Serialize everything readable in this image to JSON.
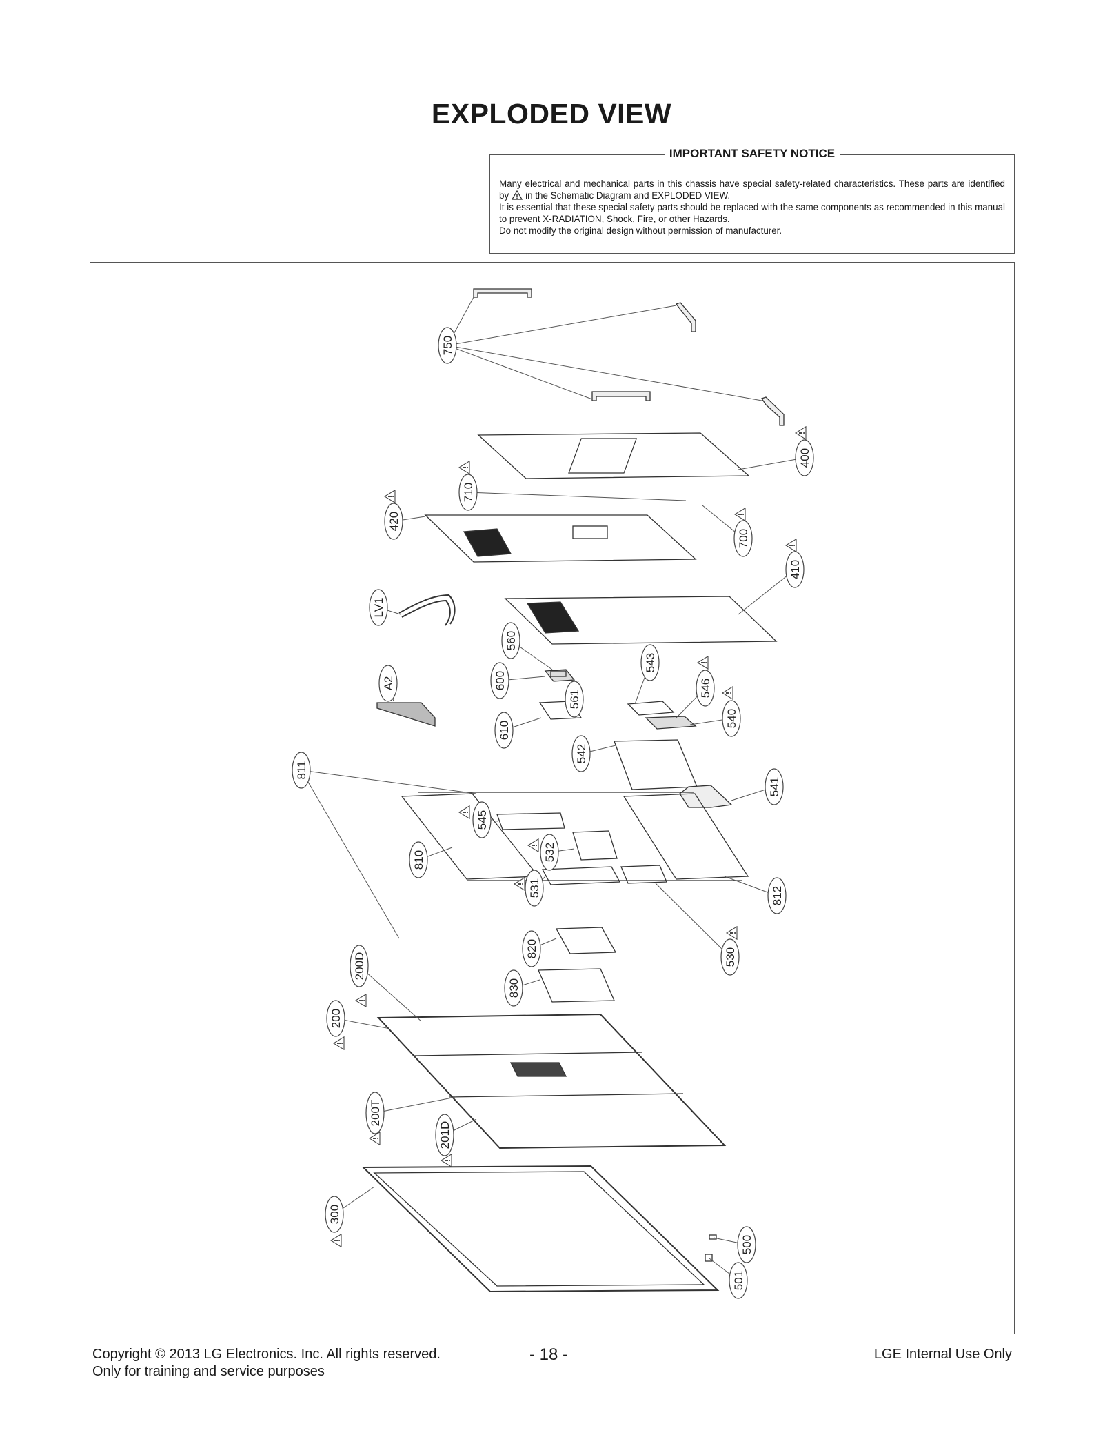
{
  "page_title": "EXPLODED VIEW",
  "notice": {
    "heading": "IMPORTANT SAFETY NOTICE",
    "line1_a": "Many electrical and mechanical parts in this chassis have special safety-related characteristics. These parts are identified by",
    "line1_b": "in the Schematic Diagram and EXPLODED VIEW.",
    "line2": "It is essential that these special safety parts should be replaced with the same components as recommended in this manual to prevent X-RADIATION, Shock, Fire, or other Hazards.",
    "line3": "Do not modify the original design without permission of manufacturer."
  },
  "parts": [
    {
      "id": "p750",
      "label": "750"
    },
    {
      "id": "p400",
      "label": "400"
    },
    {
      "id": "p710",
      "label": "710"
    },
    {
      "id": "p420",
      "label": "420"
    },
    {
      "id": "p700",
      "label": "700"
    },
    {
      "id": "p410",
      "label": "410"
    },
    {
      "id": "pLV1",
      "label": "LV1"
    },
    {
      "id": "p560",
      "label": "560"
    },
    {
      "id": "p543",
      "label": "543"
    },
    {
      "id": "p600",
      "label": "600"
    },
    {
      "id": "p561",
      "label": "561"
    },
    {
      "id": "p546",
      "label": "546"
    },
    {
      "id": "pA2",
      "label": "A2"
    },
    {
      "id": "p540",
      "label": "540"
    },
    {
      "id": "p610",
      "label": "610"
    },
    {
      "id": "p542",
      "label": "542"
    },
    {
      "id": "p811",
      "label": "811"
    },
    {
      "id": "p541",
      "label": "541"
    },
    {
      "id": "p545",
      "label": "545"
    },
    {
      "id": "p810",
      "label": "810"
    },
    {
      "id": "p532",
      "label": "532"
    },
    {
      "id": "p531",
      "label": "531"
    },
    {
      "id": "p812",
      "label": "812"
    },
    {
      "id": "p820",
      "label": "820"
    },
    {
      "id": "p530",
      "label": "530"
    },
    {
      "id": "p200D",
      "label": "200D"
    },
    {
      "id": "p830",
      "label": "830"
    },
    {
      "id": "p200",
      "label": "200"
    },
    {
      "id": "p200T",
      "label": "200T"
    },
    {
      "id": "p201D",
      "label": "201D"
    },
    {
      "id": "p300",
      "label": "300"
    },
    {
      "id": "p500",
      "label": "500"
    },
    {
      "id": "p501",
      "label": "501"
    }
  ],
  "footer": {
    "copyright": "Copyright  © 2013  LG Electronics. Inc. All rights reserved.",
    "purpose": "Only for training and service purposes",
    "page_number": "- 18 -",
    "internal": "LGE Internal Use Only"
  }
}
